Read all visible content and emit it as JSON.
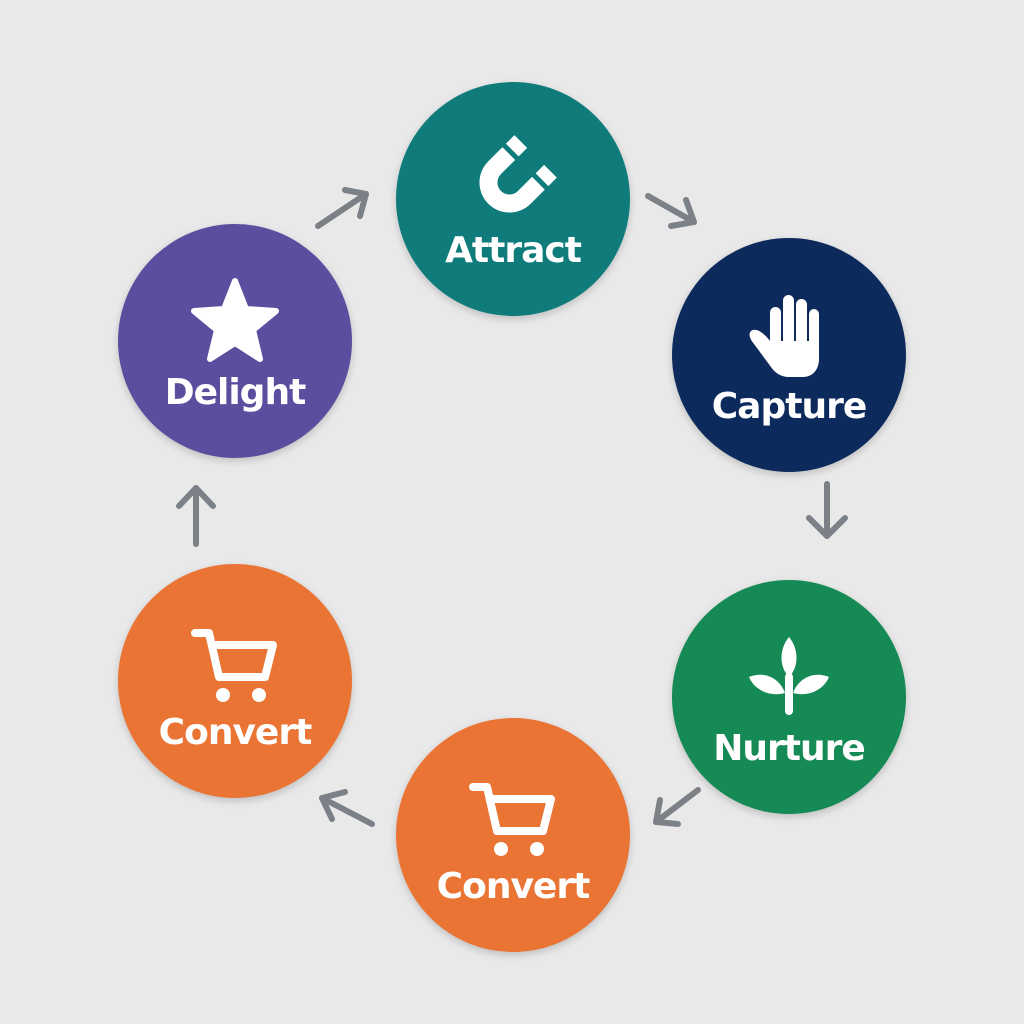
{
  "diagram": {
    "nodes": [
      {
        "id": "attract",
        "label": "Attract",
        "icon": "magnet-icon",
        "color": "#0f7b7b"
      },
      {
        "id": "capture",
        "label": "Capture",
        "icon": "hand-icon",
        "color": "#0d2a5c"
      },
      {
        "id": "nurture",
        "label": "Nurture",
        "icon": "sprout-icon",
        "color": "#168a55"
      },
      {
        "id": "convert_bottom",
        "label": "Convert",
        "icon": "cart-icon",
        "color": "#ea7434"
      },
      {
        "id": "convert_left",
        "label": "Convert",
        "icon": "cart-icon",
        "color": "#ea7434"
      },
      {
        "id": "delight",
        "label": "Delight",
        "icon": "star-icon",
        "color": "#5d4d9f"
      }
    ],
    "edges": [
      {
        "from": "attract",
        "to": "capture"
      },
      {
        "from": "capture",
        "to": "nurture"
      },
      {
        "from": "nurture",
        "to": "convert_bottom"
      },
      {
        "from": "convert_bottom",
        "to": "convert_left"
      },
      {
        "from": "convert_left",
        "to": "delight"
      },
      {
        "from": "delight",
        "to": "attract"
      }
    ],
    "arrow_color": "#7c8087",
    "icon_color": "#ffffff"
  }
}
